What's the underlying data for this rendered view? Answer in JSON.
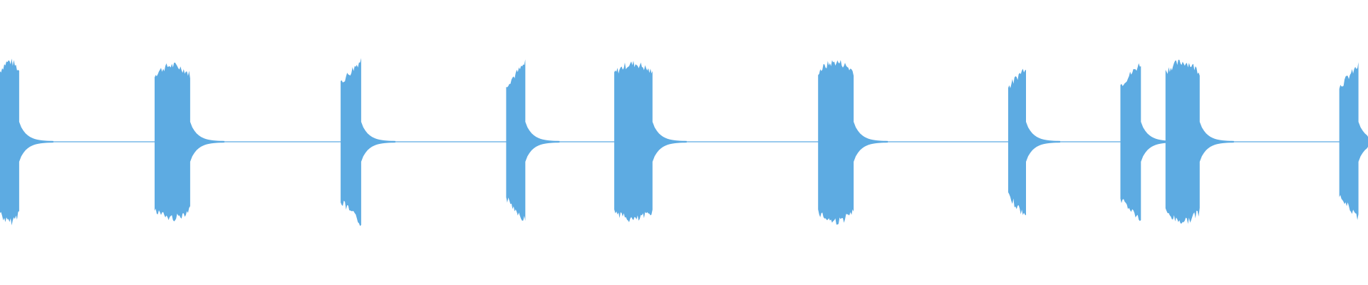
{
  "waveform": {
    "color": "#5DABE2",
    "segments": [
      {
        "start": 0.0,
        "end": 0.014,
        "peak": 0.98,
        "shape": "box"
      },
      {
        "start": 0.113,
        "end": 0.139,
        "peak": 0.93,
        "shape": "box"
      },
      {
        "start": 0.249,
        "end": 0.264,
        "peak": 1.0,
        "shape": "ramp"
      },
      {
        "start": 0.37,
        "end": 0.384,
        "peak": 0.96,
        "shape": "ramp"
      },
      {
        "start": 0.449,
        "end": 0.477,
        "peak": 0.95,
        "shape": "box"
      },
      {
        "start": 0.598,
        "end": 0.624,
        "peak": 0.97,
        "shape": "box"
      },
      {
        "start": 0.737,
        "end": 0.75,
        "peak": 0.92,
        "shape": "ramp"
      },
      {
        "start": 0.819,
        "end": 0.834,
        "peak": 0.96,
        "shape": "ramp"
      },
      {
        "start": 0.852,
        "end": 0.877,
        "peak": 0.97,
        "shape": "box"
      },
      {
        "start": 0.979,
        "end": 0.993,
        "peak": 0.93,
        "shape": "ramp"
      }
    ]
  }
}
